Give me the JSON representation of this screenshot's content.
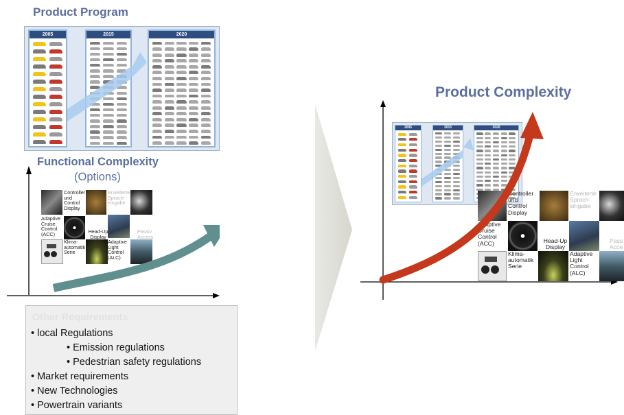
{
  "left": {
    "product_program_title": "Product Program",
    "years": [
      "2005",
      "2015",
      "2020"
    ],
    "functional_title": "Functional Complexity",
    "functional_subtitle": "(Options)",
    "tiles": {
      "controller": "Controller und Control Display",
      "sprach": "Erweiterte Sprach-eingabe",
      "acc": "Adaptive Cruise Control (ACC)",
      "hud": "Head-Up Display",
      "passiv": "Passiv Access",
      "klima": "Klima-automatik Serie",
      "alc": "Adaptive Light Control (ALC)"
    },
    "requirements": {
      "title": "Other Requirements",
      "items": [
        "• local Regulations",
        "• Emission regulations",
        "• Pedestrian safety regulations",
        "• Market requirements",
        "• New Technologies",
        "• Powertrain variants"
      ]
    }
  },
  "right": {
    "title": "Product Complexity",
    "years": [
      "2005",
      "2015",
      "2020"
    ],
    "tiles": {
      "controller": "Controller und Control Display",
      "sprach": "Erweiterte Sprach-eingabe",
      "acc": "Adaptive Cruise Control (ACC)",
      "hud": "Head-Up Display",
      "passiv": "Passiv Access",
      "klima": "Klima-automatik Serie",
      "alc": "Adaptive Light Control (ALC)"
    }
  },
  "colors": {
    "title_blue": "#5b6f9e",
    "teal_arrow": "#5f8f8e",
    "red_arrow": "#c4381c",
    "column_header": "#304d7f",
    "light_blue_arrow": "#a7cbee"
  }
}
